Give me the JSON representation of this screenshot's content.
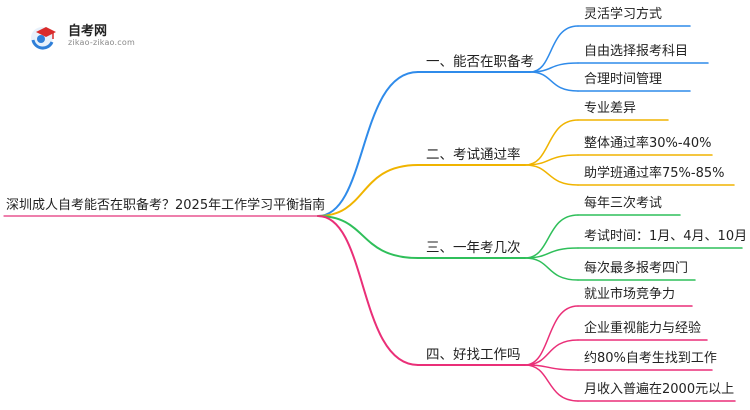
{
  "logo": {
    "title": "自考网",
    "subtitle": "zikao-zikao.com",
    "icon": "graduation-cap-globe-icon"
  },
  "root": {
    "label": "深圳成人自考能否在职备考？2025年工作学习平衡指南"
  },
  "branches": [
    {
      "label": "一、能否在职备考",
      "color": "#2f8bea",
      "leaves": [
        "灵活学习方式",
        "自由选择报考科目",
        "合理时间管理"
      ]
    },
    {
      "label": "二、考试通过率",
      "color": "#f0b400",
      "leaves": [
        "专业差异",
        "整体通过率30%-40%",
        "助学班通过率75%-85%"
      ]
    },
    {
      "label": "三、一年考几次",
      "color": "#2fbf5a",
      "leaves": [
        "每年三次考试",
        "考试时间：1月、4月、10月",
        "每次最多报考四门"
      ]
    },
    {
      "label": "四、好找工作吗",
      "color": "#ea2f78",
      "leaves": [
        "就业市场竞争力",
        "企业重视能力与经验",
        "约80%自考生找到工作",
        "月收入普遍在2000元以上"
      ]
    }
  ]
}
